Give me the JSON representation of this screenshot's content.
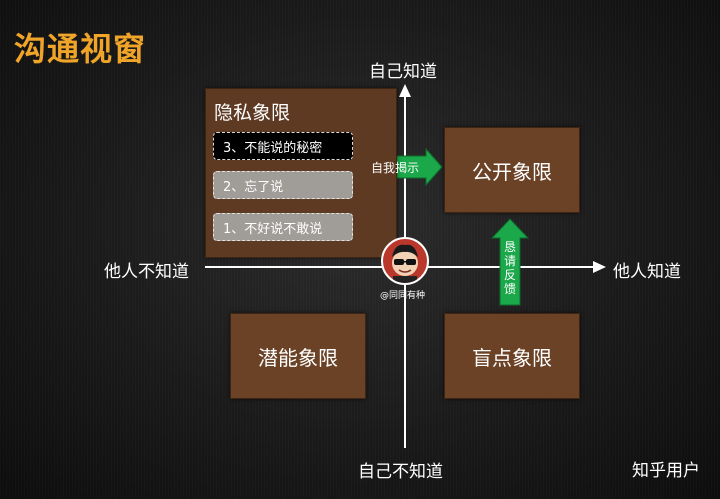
{
  "title": "沟通视窗",
  "axes": {
    "top": "自己知道",
    "bottom": "自己不知道",
    "left": "他人不知道",
    "right": "他人知道"
  },
  "quadrants": {
    "hidden": {
      "title": "隐私象限",
      "items": [
        "3、不能说的秘密",
        "2、忘了说",
        "1、不好说不敢说"
      ]
    },
    "open": "公开象限",
    "potential": "潜能象限",
    "blind": "盲点象限"
  },
  "arrows": {
    "self_disclosure": "自我揭示",
    "ask_feedback": "恳请反馈"
  },
  "avatar_caption": "@同同有种",
  "watermark": "知乎用户",
  "colors": {
    "title": "#f0a428",
    "quadrant": "#6b4226",
    "arrow": "#1aa84a"
  },
  "icons": [
    "person-avatar-icon"
  ]
}
